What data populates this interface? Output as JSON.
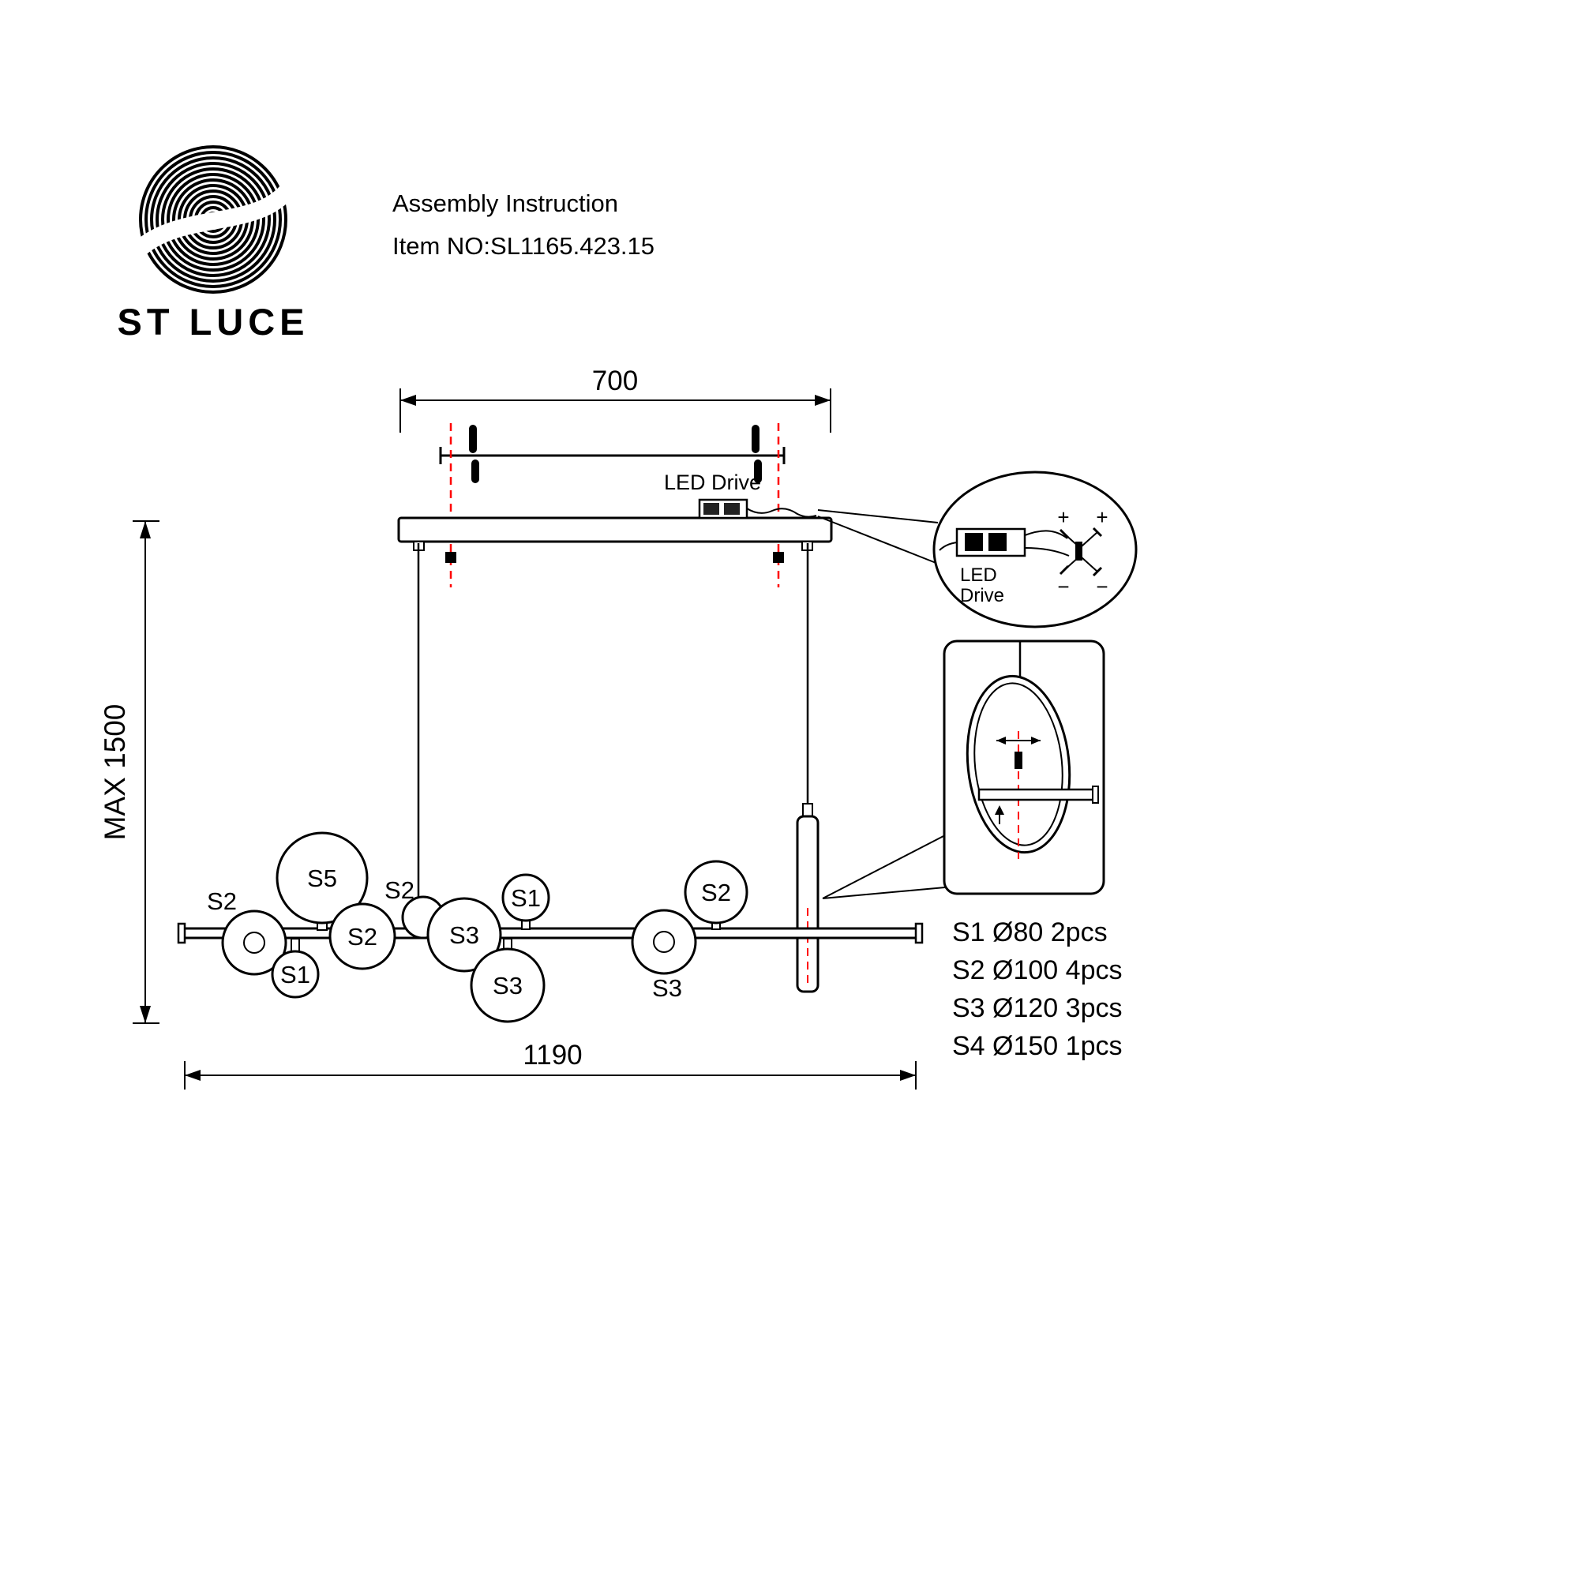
{
  "header": {
    "brand": "ST LUCE",
    "title": "Assembly Instruction",
    "item_no": "Item NO:SL1165.423.15"
  },
  "dimensions": {
    "canopy_width": "700",
    "max_height": "MAX 1500",
    "fixture_length": "1190"
  },
  "led": {
    "callout_label": "LED Drive",
    "detail_label_line1": "LED",
    "detail_label_line2": "Drive",
    "terminals": {
      "plus_a": "+",
      "plus_b": "+",
      "minus_a": "−",
      "minus_b": "−"
    }
  },
  "fixture": {
    "ball_labels": [
      "S2",
      "S5",
      "S1",
      "S2",
      "S2",
      "S3",
      "S3",
      "S1",
      "S3",
      "S2"
    ]
  },
  "parts_list": [
    "S1 Ø80 2pcs",
    "S2 Ø100 4pcs",
    "S3 Ø120 3pcs",
    "S4 Ø150 1pcs"
  ],
  "colors": {
    "line": "#000000",
    "accent_red": "#ff0000"
  }
}
